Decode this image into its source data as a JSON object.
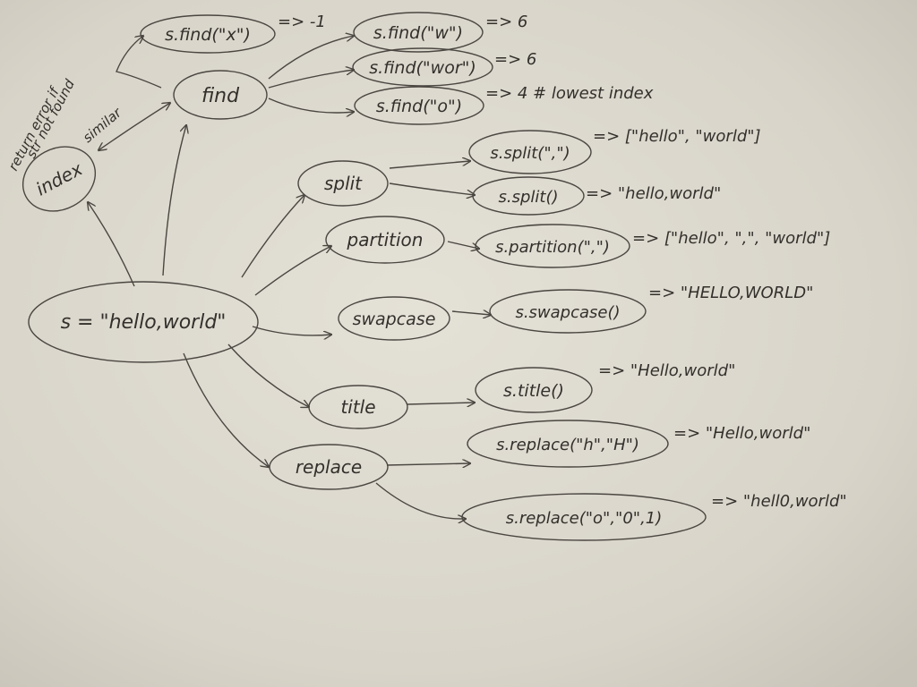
{
  "nodes": {
    "root": "s = \"hello,world\"",
    "index": "index",
    "find": "find",
    "split": "split",
    "partition": "partition",
    "swapcase": "swapcase",
    "title": "title",
    "replace": "replace"
  },
  "calls": {
    "find_x": "s.find(\"x\")",
    "find_w": "s.find(\"w\")",
    "find_wor": "s.find(\"wor\")",
    "find_o": "s.find(\"o\")",
    "split_comma": "s.split(\",\")",
    "split_none": "s.split()",
    "partition": "s.partition(\",\")",
    "swapcase": "s.swapcase()",
    "title": "s.title()",
    "replace_h": "s.replace(\"h\",\"H\")",
    "replace_o": "s.replace(\"o\",\"0\",1)"
  },
  "results": {
    "find_x": "=> -1",
    "find_w": "=> 6",
    "find_wor": "=> 6",
    "find_o": "=> 4  # lowest index",
    "split_comma": "=> [\"hello\", \"world\"]",
    "split_none": "=> \"hello,world\"",
    "partition": "=> [\"hello\", \",\", \"world\"]",
    "swapcase": "=> \"HELLO,WORLD\"",
    "title": "=> \"Hello,world\"",
    "replace_h": "=> \"Hello,world\"",
    "replace_o": "=> \"hell0,world\""
  },
  "notes": {
    "return_error_1": "return error if",
    "return_error_2": "str not found",
    "similar": "similar"
  },
  "colors": {
    "paper": "#dfdbd0",
    "ink": "#33302c",
    "background": "#8c887d"
  }
}
